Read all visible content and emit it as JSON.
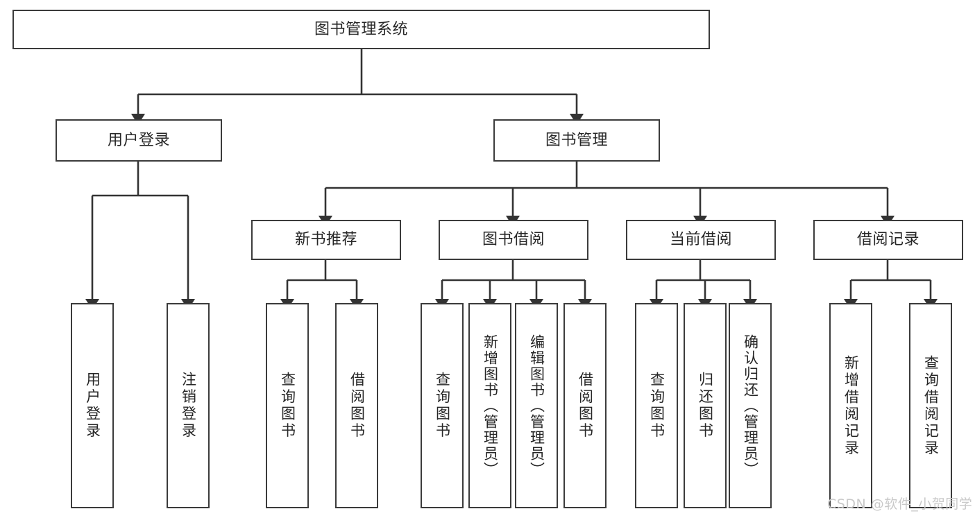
{
  "diagram": {
    "type": "tree-hierarchy",
    "title": "图书管理系统",
    "nodes": {
      "root": {
        "label": "图书管理系统"
      },
      "level1": [
        {
          "id": "user-login",
          "label": "用户登录"
        },
        {
          "id": "book-management",
          "label": "图书管理"
        }
      ],
      "level2": [
        {
          "id": "new-book-recommend",
          "label": "新书推荐",
          "parent": "book-management"
        },
        {
          "id": "book-borrow",
          "label": "图书借阅",
          "parent": "book-management"
        },
        {
          "id": "current-borrow",
          "label": "当前借阅",
          "parent": "book-management"
        },
        {
          "id": "borrow-record",
          "label": "借阅记录",
          "parent": "book-management"
        }
      ],
      "leaves": {
        "user-login": [
          {
            "id": "leaf-user-login",
            "label": "用户登录"
          },
          {
            "id": "leaf-logout",
            "label": "注销登录"
          }
        ],
        "new-book-recommend": [
          {
            "id": "leaf-query-book-1",
            "label": "查询图书"
          },
          {
            "id": "leaf-borrow-book-1",
            "label": "借阅图书"
          }
        ],
        "book-borrow": [
          {
            "id": "leaf-query-book-2",
            "label": "查询图书"
          },
          {
            "id": "leaf-add-book",
            "label": "新增图书（管理员）"
          },
          {
            "id": "leaf-edit-book",
            "label": "编辑图书（管理员）"
          },
          {
            "id": "leaf-borrow-book-2",
            "label": "借阅图书"
          }
        ],
        "current-borrow": [
          {
            "id": "leaf-query-book-3",
            "label": "查询图书"
          },
          {
            "id": "leaf-return-book",
            "label": "归还图书"
          },
          {
            "id": "leaf-confirm-return",
            "label": "确认归还（管理员）"
          }
        ],
        "borrow-record": [
          {
            "id": "leaf-add-record",
            "label": "新增借阅记录"
          },
          {
            "id": "leaf-query-record",
            "label": "查询借阅记录"
          }
        ]
      }
    },
    "colors": {
      "border": "#3b3b3b",
      "text": "#262626",
      "background": "#ffffff",
      "connector": "#333333",
      "watermark": "#c9c9c9"
    }
  },
  "watermark": {
    "text": "CSDN @软件_小贺同学"
  }
}
